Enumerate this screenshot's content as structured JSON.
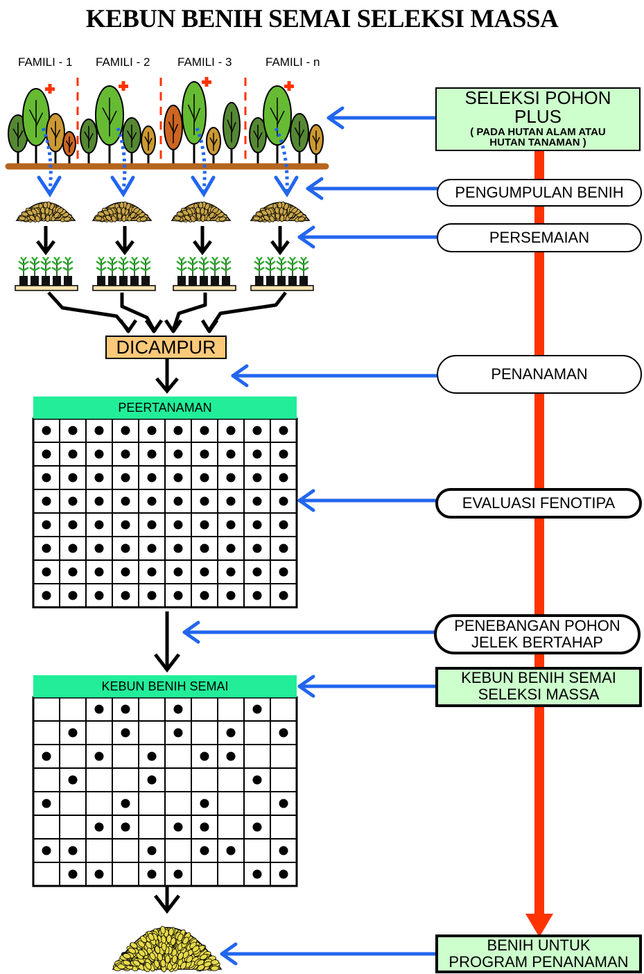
{
  "title": "KEBUN BENIH SEMAI SELEKSI MASSA",
  "families": [
    {
      "label": "FAMILI - 1"
    },
    {
      "label": "FAMILI - 2"
    },
    {
      "label": "FAMILI - 3"
    },
    {
      "label": "FAMILI - n"
    }
  ],
  "mix_label": "DICAMPUR",
  "grid1": {
    "header": "PEERTANAMAN",
    "rows": 8,
    "cols": 10,
    "dots": [
      [
        1,
        1,
        1,
        1,
        1,
        1,
        1,
        1,
        1,
        1
      ],
      [
        1,
        1,
        1,
        1,
        1,
        1,
        1,
        1,
        1,
        1
      ],
      [
        1,
        1,
        1,
        1,
        1,
        1,
        1,
        1,
        1,
        1
      ],
      [
        1,
        1,
        1,
        1,
        1,
        1,
        1,
        1,
        1,
        1
      ],
      [
        1,
        1,
        1,
        1,
        1,
        1,
        1,
        1,
        1,
        1
      ],
      [
        1,
        1,
        1,
        1,
        1,
        1,
        1,
        1,
        1,
        1
      ],
      [
        1,
        1,
        1,
        1,
        1,
        1,
        1,
        1,
        1,
        1
      ],
      [
        1,
        1,
        1,
        1,
        1,
        1,
        1,
        1,
        1,
        1
      ]
    ]
  },
  "grid2": {
    "header": "KEBUN BENIH SEMAI",
    "rows": 8,
    "cols": 10,
    "dots": [
      [
        0,
        0,
        1,
        1,
        0,
        1,
        0,
        0,
        1,
        0
      ],
      [
        0,
        1,
        0,
        1,
        0,
        1,
        0,
        1,
        0,
        1
      ],
      [
        1,
        0,
        1,
        0,
        1,
        0,
        1,
        1,
        0,
        0
      ],
      [
        0,
        1,
        0,
        0,
        1,
        0,
        0,
        0,
        1,
        0
      ],
      [
        1,
        0,
        0,
        1,
        0,
        0,
        1,
        0,
        0,
        1
      ],
      [
        0,
        0,
        1,
        1,
        0,
        1,
        1,
        0,
        1,
        0
      ],
      [
        1,
        1,
        0,
        0,
        1,
        0,
        1,
        1,
        0,
        1
      ],
      [
        0,
        1,
        1,
        0,
        1,
        1,
        0,
        0,
        1,
        1
      ]
    ]
  },
  "steps": {
    "seleksi_pohon_plus": {
      "line1": "SELEKSI POHON",
      "line2": "PLUS",
      "sub1": "( PADA HUTAN ALAM ATAU",
      "sub2": "HUTAN TANAMAN )"
    },
    "pengumpulan_benih": "PENGUMPULAN BENIH",
    "persemaian": "PERSEMAIAN",
    "penanaman": "PENANAMAN",
    "evaluasi_fenotipa": "EVALUASI FENOTIPA",
    "penebangan": {
      "line1": "PENEBANGAN POHON",
      "line2": "JELEK BERTAHAP"
    },
    "kebun_benih": {
      "line1": "KEBUN BENIH SEMAI",
      "line2": "SELEKSI MASSA"
    },
    "benih_untuk": {
      "line1": "BENIH UNTUK",
      "line2": "PROGRAM PENANAMAN"
    }
  },
  "colors": {
    "blue_arrow": "#2266ee",
    "red_line": "#ff3300",
    "green_box": "#ccffcc",
    "grid_header": "#22ee99",
    "mix_box": "#fcc97a",
    "ground": "#b5651d"
  }
}
